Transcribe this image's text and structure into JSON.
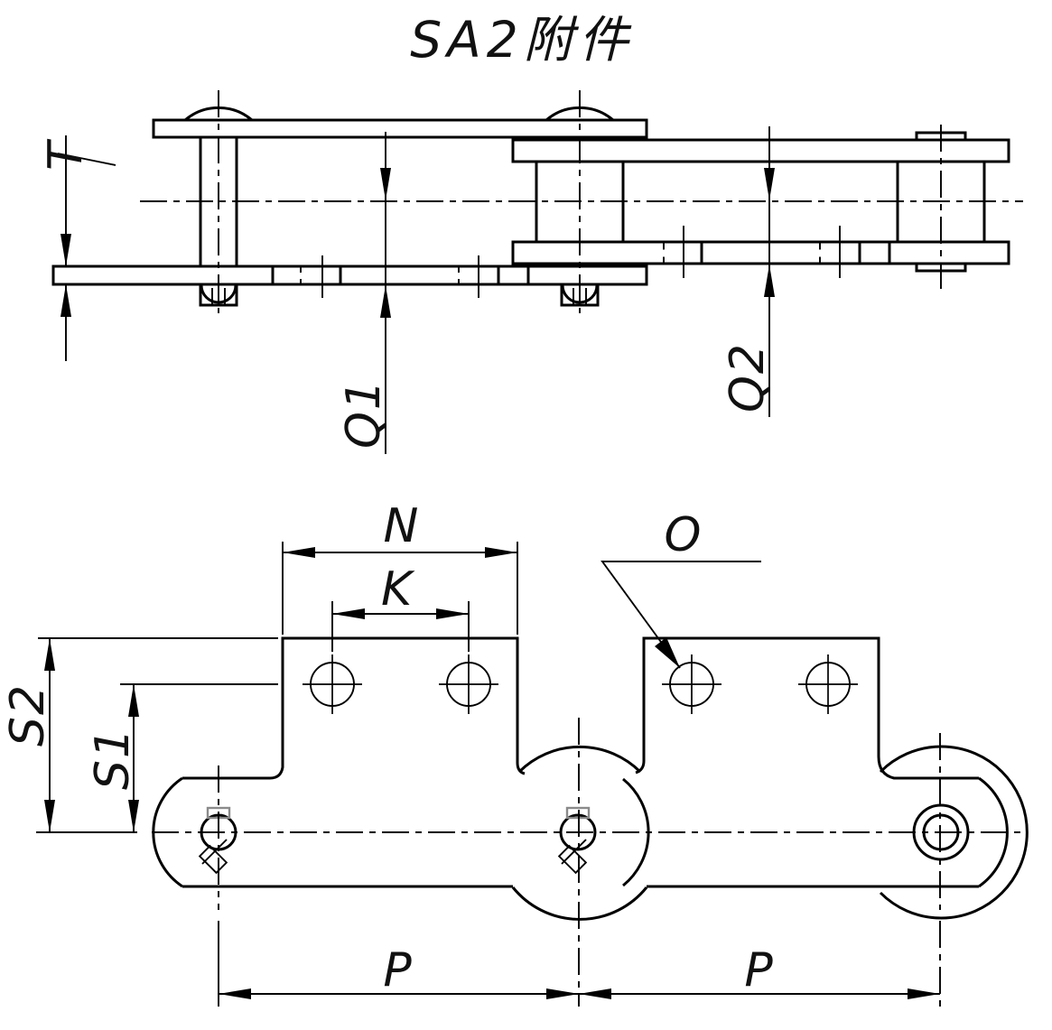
{
  "title": "SA2附件",
  "drawing": {
    "type": "engineering-2-view-chain-attachment",
    "line_color": "#000000",
    "accessory_color": "#8a8a8a",
    "background": "#ffffff"
  },
  "labels": {
    "T": "T",
    "Q1": "Q1",
    "Q2": "Q2",
    "N": "N",
    "K": "K",
    "O": "O",
    "S1": "S1",
    "S2": "S2",
    "P1": "P",
    "P2": "P"
  }
}
